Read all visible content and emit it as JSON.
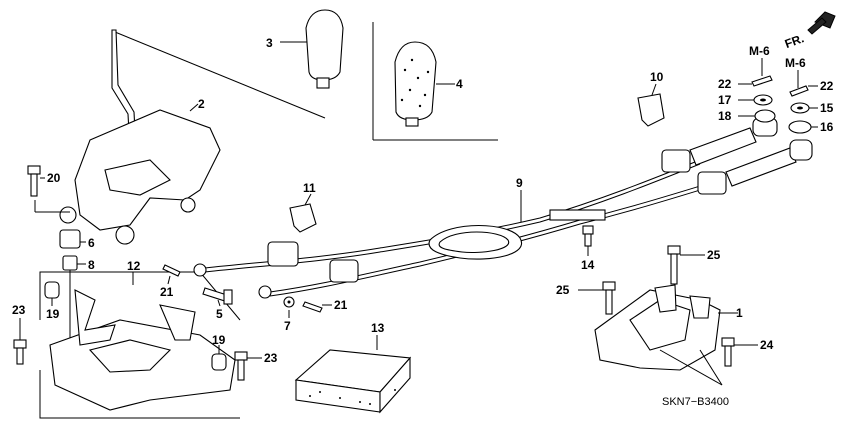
{
  "diagram": {
    "code": "SKN7−B3400",
    "direction_marker": "FR.",
    "callouts": {
      "c1": "1",
      "c2": "2",
      "c3": "3",
      "c4": "4",
      "c5": "5",
      "c6": "6",
      "c7": "7",
      "c8": "8",
      "c9": "9",
      "c10": "10",
      "c11": "11",
      "c12": "12",
      "c13": "13",
      "c14": "14",
      "c15": "15",
      "c16": "16",
      "c17": "17",
      "c18": "18",
      "c19a": "19",
      "c19b": "19",
      "c20": "20",
      "c21a": "21",
      "c21b": "21",
      "c22a": "22",
      "c22b": "22",
      "c23a": "23",
      "c23b": "23",
      "c24": "24",
      "c25a": "25",
      "c25b": "25",
      "m6a": "M-6",
      "m6b": "M-6"
    }
  }
}
